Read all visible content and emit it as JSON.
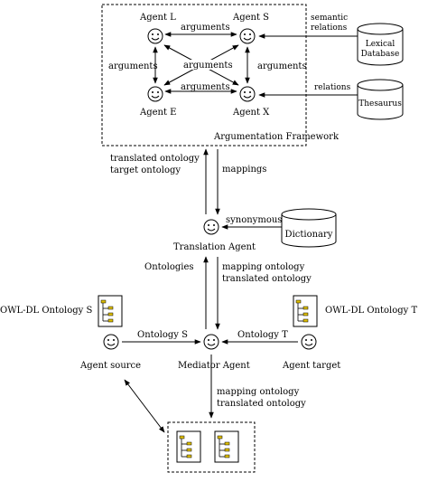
{
  "framework": {
    "title": "Argumentation Framework",
    "agents": {
      "l": "Agent L",
      "s": "Agent S",
      "e": "Agent E",
      "x": "Agent X"
    },
    "edge_label": "arguments"
  },
  "lexical": {
    "db_line1": "Lexical",
    "db_line2": "Database",
    "rel_line1": "semantic",
    "rel_line2": "relations"
  },
  "thesaurus": {
    "name": "Thesaurus",
    "rel": "relations"
  },
  "translation": {
    "up_line1": "translated ontology",
    "up_line2": "target ontology",
    "down": "mappings",
    "agent": "Translation Agent",
    "synonymous": "synonymous",
    "dictionary": "Dictionary"
  },
  "mediator": {
    "ontologies": "Ontologies",
    "mo_line1": "mapping ontology",
    "mo_line2": "translated ontology",
    "agent": "Mediator Agent",
    "onto_s": "Ontology S",
    "onto_t": "Ontology T"
  },
  "source": {
    "doc": "OWL-DL Ontology S",
    "agent": "Agent source"
  },
  "target": {
    "doc": "OWL-DL Ontology T",
    "agent": "Agent target"
  },
  "output": {
    "line1": "mapping ontology",
    "line2": "translated ontology"
  }
}
